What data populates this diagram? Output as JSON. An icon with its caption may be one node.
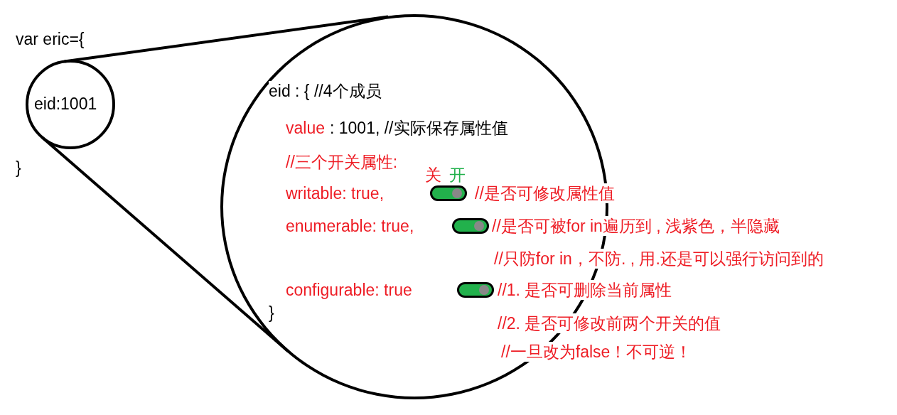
{
  "diagram": {
    "nodes": [
      {
        "text": [
          "eid:1001"
        ]
      },
      {
        "text": [
          "eid : { //4个成员",
          "value",
          ": 1001, //实际保存属性值",
          "//三个开关属性:",
          "writable: true,",
          "//是否可修改属性值",
          "enumerable: true,",
          "//是否可被for in遍历到 , 浅紫色，半隐藏",
          "//只防for in，不防. , 用.还是可以强行访问到的",
          "configurable: true",
          "//1. 是否可删除当前属性",
          "//2. 是否可修改前两个开关的值",
          "//一旦改为false！不可逆！",
          "}"
        ]
      }
    ],
    "edges": [
      {
        "from": 0,
        "to": 1,
        "arrow": "none"
      },
      {
        "from": 0,
        "to": 1,
        "arrow": "none"
      }
    ],
    "labels": [
      "var eric={",
      "}",
      "关",
      "开"
    ]
  }
}
